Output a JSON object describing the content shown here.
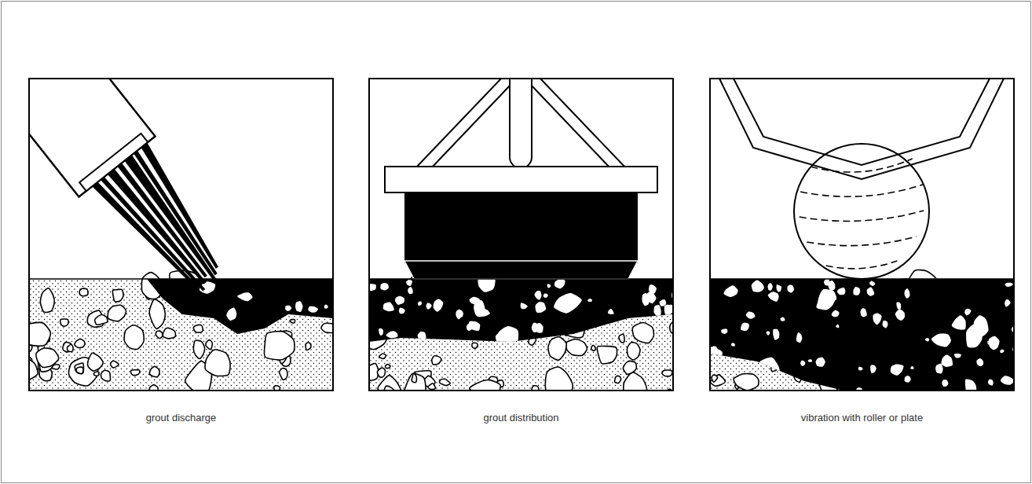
{
  "diagram": {
    "labels": [
      "grout discharge",
      "grout distribution",
      "vibration with roller or plate"
    ]
  }
}
